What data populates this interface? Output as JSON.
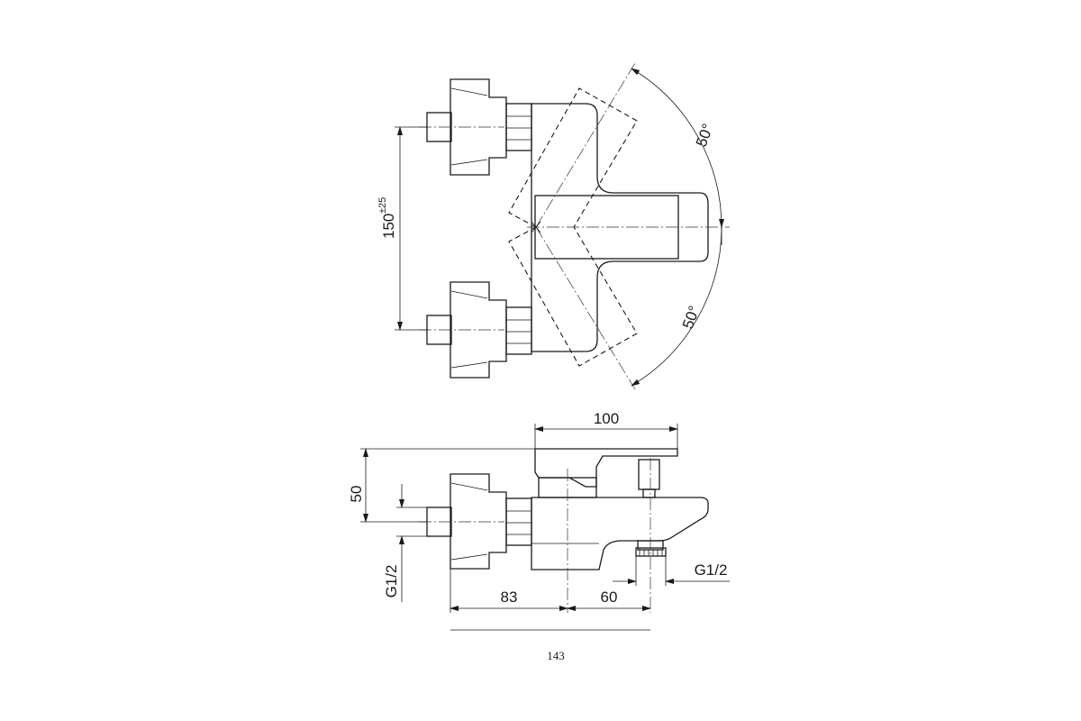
{
  "dimensions": {
    "top_view": {
      "spacing": "150",
      "spacing_tolerance": "±25",
      "angle_up": "50°",
      "angle_down": "50°"
    },
    "side_view": {
      "width": "100",
      "height": "50",
      "inlet_thread": "G1/2",
      "outlet_thread": "G1/2",
      "to_center": "83",
      "center_to_outlet": "60",
      "total_length": "143"
    }
  }
}
